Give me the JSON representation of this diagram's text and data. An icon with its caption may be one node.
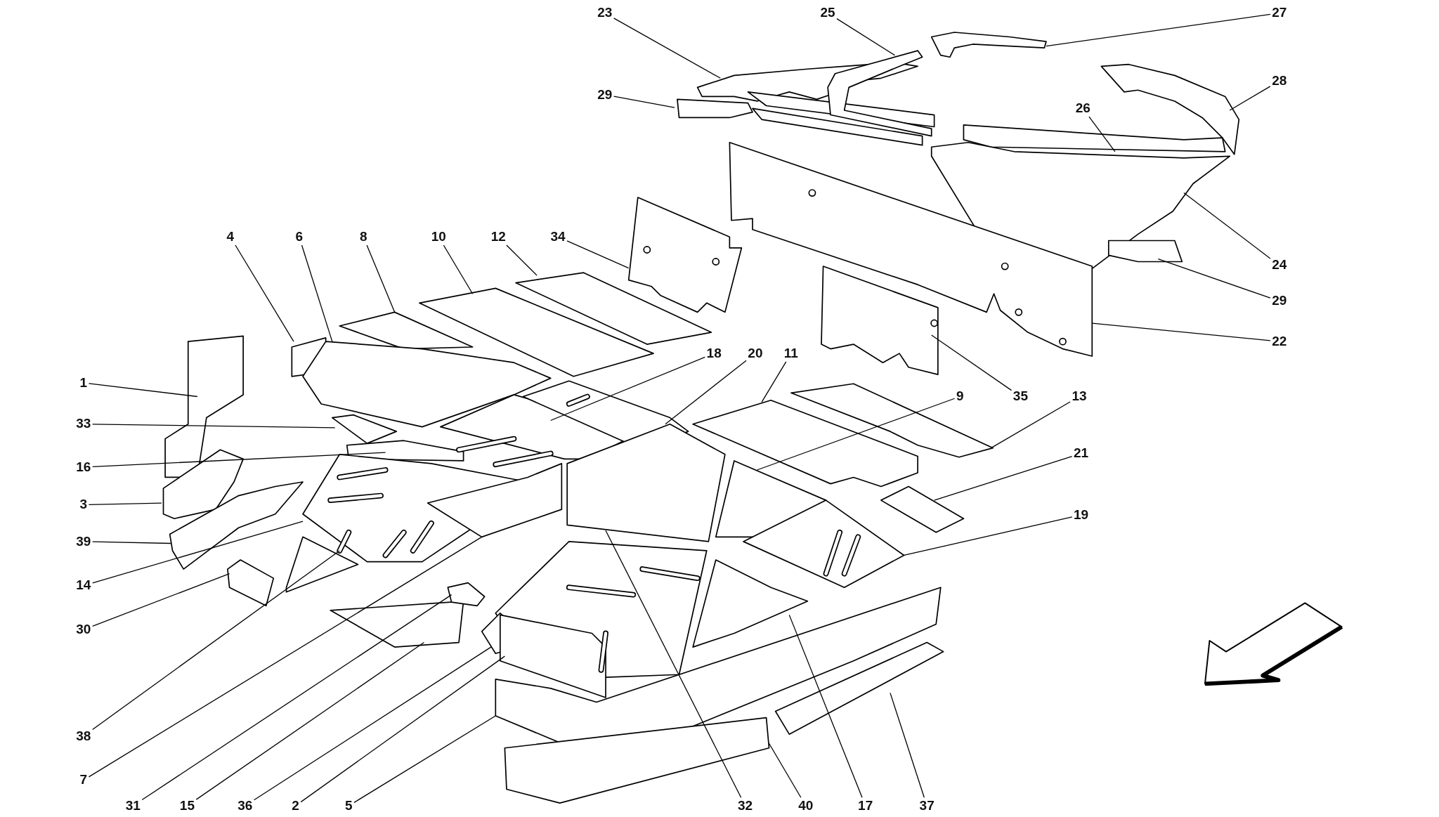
{
  "diagram": {
    "nodes": [
      {
        "text": [
          "23"
        ]
      },
      {
        "text": [
          "25"
        ]
      },
      {
        "text": [
          "27"
        ]
      },
      {
        "text": [
          "28"
        ]
      },
      {
        "text": [
          "29"
        ]
      },
      {
        "text": [
          "26"
        ]
      },
      {
        "text": [
          "4"
        ]
      },
      {
        "text": [
          "6"
        ]
      },
      {
        "text": [
          "8"
        ]
      },
      {
        "text": [
          "10"
        ]
      },
      {
        "text": [
          "12"
        ]
      },
      {
        "text": [
          "34"
        ]
      },
      {
        "text": [
          "24"
        ]
      },
      {
        "text": [
          "29"
        ]
      },
      {
        "text": [
          "22"
        ]
      },
      {
        "text": [
          "18"
        ]
      },
      {
        "text": [
          "20"
        ]
      },
      {
        "text": [
          "11"
        ]
      },
      {
        "text": [
          "1"
        ]
      },
      {
        "text": [
          "9"
        ]
      },
      {
        "text": [
          "35"
        ]
      },
      {
        "text": [
          "13"
        ]
      },
      {
        "text": [
          "33"
        ]
      },
      {
        "text": [
          "21"
        ]
      },
      {
        "text": [
          "16"
        ]
      },
      {
        "text": [
          "3"
        ]
      },
      {
        "text": [
          "19"
        ]
      },
      {
        "text": [
          "39"
        ]
      },
      {
        "text": [
          "14"
        ]
      },
      {
        "text": [
          "30"
        ]
      },
      {
        "text": [
          "38"
        ]
      },
      {
        "text": [
          "7"
        ]
      },
      {
        "text": [
          "31"
        ]
      },
      {
        "text": [
          "15"
        ]
      },
      {
        "text": [
          "36"
        ]
      },
      {
        "text": [
          "2"
        ]
      },
      {
        "text": [
          "5"
        ]
      },
      {
        "text": [
          "32"
        ]
      },
      {
        "text": [
          "40"
        ]
      },
      {
        "text": [
          "17"
        ]
      },
      {
        "text": [
          "37"
        ]
      }
    ],
    "edges": [
      {
        "from": 0,
        "to": null,
        "arrow": "none"
      },
      {
        "from": 1,
        "to": null,
        "arrow": "none"
      },
      {
        "from": 2,
        "to": null,
        "arrow": "none"
      },
      {
        "from": 3,
        "to": null,
        "arrow": "none"
      },
      {
        "from": 4,
        "to": null,
        "arrow": "none"
      },
      {
        "from": 5,
        "to": null,
        "arrow": "none"
      },
      {
        "from": 6,
        "to": null,
        "arrow": "none"
      },
      {
        "from": 7,
        "to": null,
        "arrow": "none"
      },
      {
        "from": 8,
        "to": null,
        "arrow": "none"
      },
      {
        "from": 9,
        "to": null,
        "arrow": "none"
      },
      {
        "from": 10,
        "to": null,
        "arrow": "none"
      },
      {
        "from": 11,
        "to": null,
        "arrow": "none"
      },
      {
        "from": 12,
        "to": null,
        "arrow": "none"
      },
      {
        "from": 13,
        "to": null,
        "arrow": "none"
      },
      {
        "from": 14,
        "to": null,
        "arrow": "none"
      },
      {
        "from": 15,
        "to": null,
        "arrow": "none"
      },
      {
        "from": 16,
        "to": null,
        "arrow": "none"
      },
      {
        "from": 17,
        "to": null,
        "arrow": "none"
      },
      {
        "from": 18,
        "to": null,
        "arrow": "none"
      },
      {
        "from": 19,
        "to": null,
        "arrow": "none"
      },
      {
        "from": 20,
        "to": null,
        "arrow": "none"
      },
      {
        "from": 21,
        "to": null,
        "arrow": "none"
      },
      {
        "from": 22,
        "to": null,
        "arrow": "none"
      },
      {
        "from": 23,
        "to": null,
        "arrow": "none"
      },
      {
        "from": 24,
        "to": null,
        "arrow": "none"
      },
      {
        "from": 25,
        "to": null,
        "arrow": "none"
      },
      {
        "from": 26,
        "to": null,
        "arrow": "none"
      },
      {
        "from": 27,
        "to": null,
        "arrow": "none"
      },
      {
        "from": 28,
        "to": null,
        "arrow": "none"
      },
      {
        "from": 29,
        "to": null,
        "arrow": "none"
      },
      {
        "from": 30,
        "to": null,
        "arrow": "none"
      },
      {
        "from": 31,
        "to": null,
        "arrow": "none"
      },
      {
        "from": 32,
        "to": null,
        "arrow": "none"
      },
      {
        "from": 33,
        "to": null,
        "arrow": "none"
      },
      {
        "from": 34,
        "to": null,
        "arrow": "none"
      },
      {
        "from": 35,
        "to": null,
        "arrow": "none"
      },
      {
        "from": 36,
        "to": null,
        "arrow": "none"
      },
      {
        "from": 37,
        "to": null,
        "arrow": "none"
      },
      {
        "from": 38,
        "to": null,
        "arrow": "none"
      },
      {
        "from": 39,
        "to": null,
        "arrow": "none"
      },
      {
        "from": 40,
        "to": null,
        "arrow": "none"
      }
    ]
  }
}
